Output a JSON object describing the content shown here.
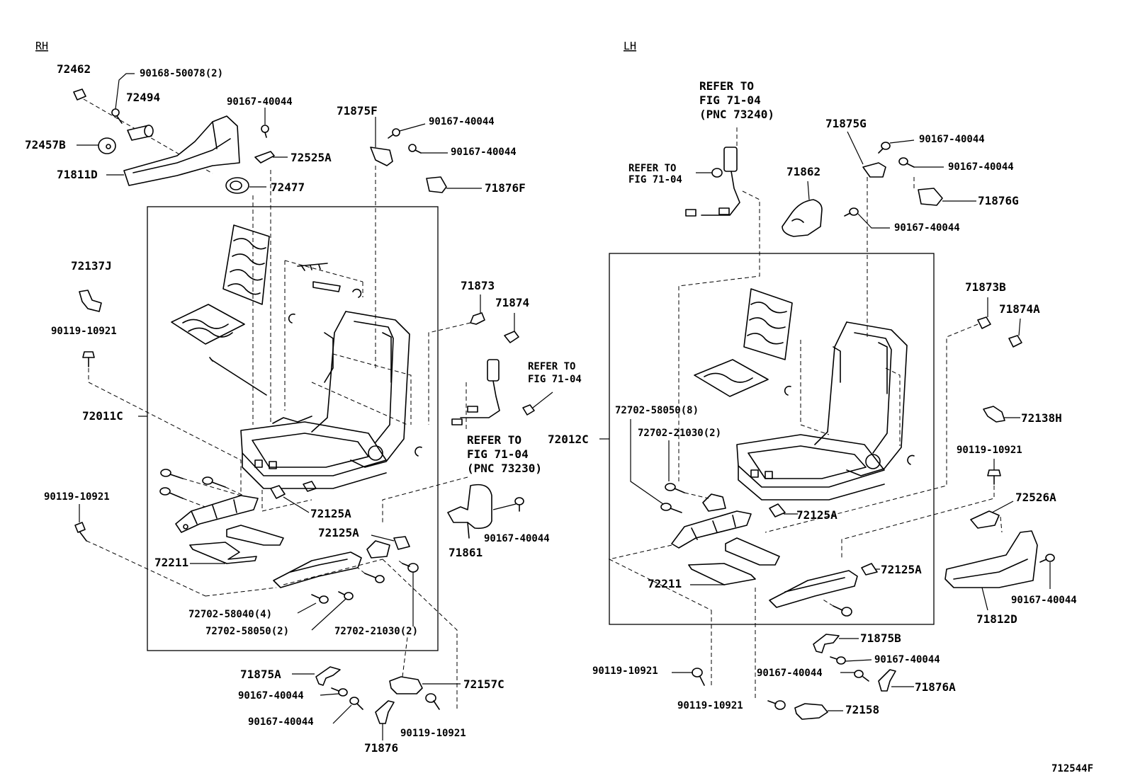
{
  "sides": {
    "rh": "RH",
    "lh": "LH"
  },
  "figure_code": "712544F",
  "rh": {
    "p72462": "72462",
    "p90168_50078": "90168-50078(2)",
    "p72494": "72494",
    "p90167_40044_a": "90167-40044",
    "p72457B": "72457B",
    "p71811D": "71811D",
    "p72525A": "72525A",
    "p72477": "72477",
    "p71875F": "71875F",
    "p90167_40044_b": "90167-40044",
    "p90167_40044_c": "90167-40044",
    "p71876F": "71876F",
    "p72137J": "72137J",
    "p90119_10921_a": "90119-10921",
    "p72011C": "72011C",
    "p71873": "71873",
    "p71874": "71874",
    "refer_a1": "REFER TO",
    "refer_a2": "FIG 71-04",
    "refer_b1": "REFER TO",
    "refer_b2": "FIG 71-04",
    "refer_b3": "(PNC 73230)",
    "p90119_10921_b": "90119-10921",
    "p72125A_a": "72125A",
    "p72125A_b": "72125A",
    "p72211": "72211",
    "p71861": "71861",
    "p90167_40044_d": "90167-40044",
    "p72702_58040": "72702-58040(4)",
    "p72702_58050": "72702-58050(2)",
    "p72702_21030": "72702-21030(2)",
    "p71875A": "71875A",
    "p90167_40044_e": "90167-40044",
    "p90167_40044_f": "90167-40044",
    "p72157C": "72157C",
    "p90119_10921_c": "90119-10921",
    "p71876": "71876"
  },
  "lh": {
    "refer_c1": "REFER TO",
    "refer_c2": "FIG 71-04",
    "refer_c3": "(PNC 73240)",
    "refer_d1": "REFER TO",
    "refer_d2": "FIG 71-04",
    "p71875G": "71875G",
    "p90167_40044_g": "90167-40044",
    "p90167_40044_h": "90167-40044",
    "p71876G": "71876G",
    "p71862": "71862",
    "p90167_40044_i": "90167-40044",
    "p71873B": "71873B",
    "p71874A": "71874A",
    "p72702_58050_8": "72702-58050(8)",
    "p72702_21030_2": "72702-21030(2)",
    "p72012C": "72012C",
    "p72138H": "72138H",
    "p90119_10921_d": "90119-10921",
    "p72125A_c": "72125A",
    "p72526A": "72526A",
    "p72125A_d": "72125A",
    "p72211": "72211",
    "p71812D": "71812D",
    "p90167_40044_j": "90167-40044",
    "p71875B": "71875B",
    "p90167_40044_k": "90167-40044",
    "p90119_10921_e": "90119-10921",
    "p90167_40044_l": "90167-40044",
    "p71876A": "71876A",
    "p90119_10921_f": "90119-10921",
    "p72158": "72158"
  }
}
